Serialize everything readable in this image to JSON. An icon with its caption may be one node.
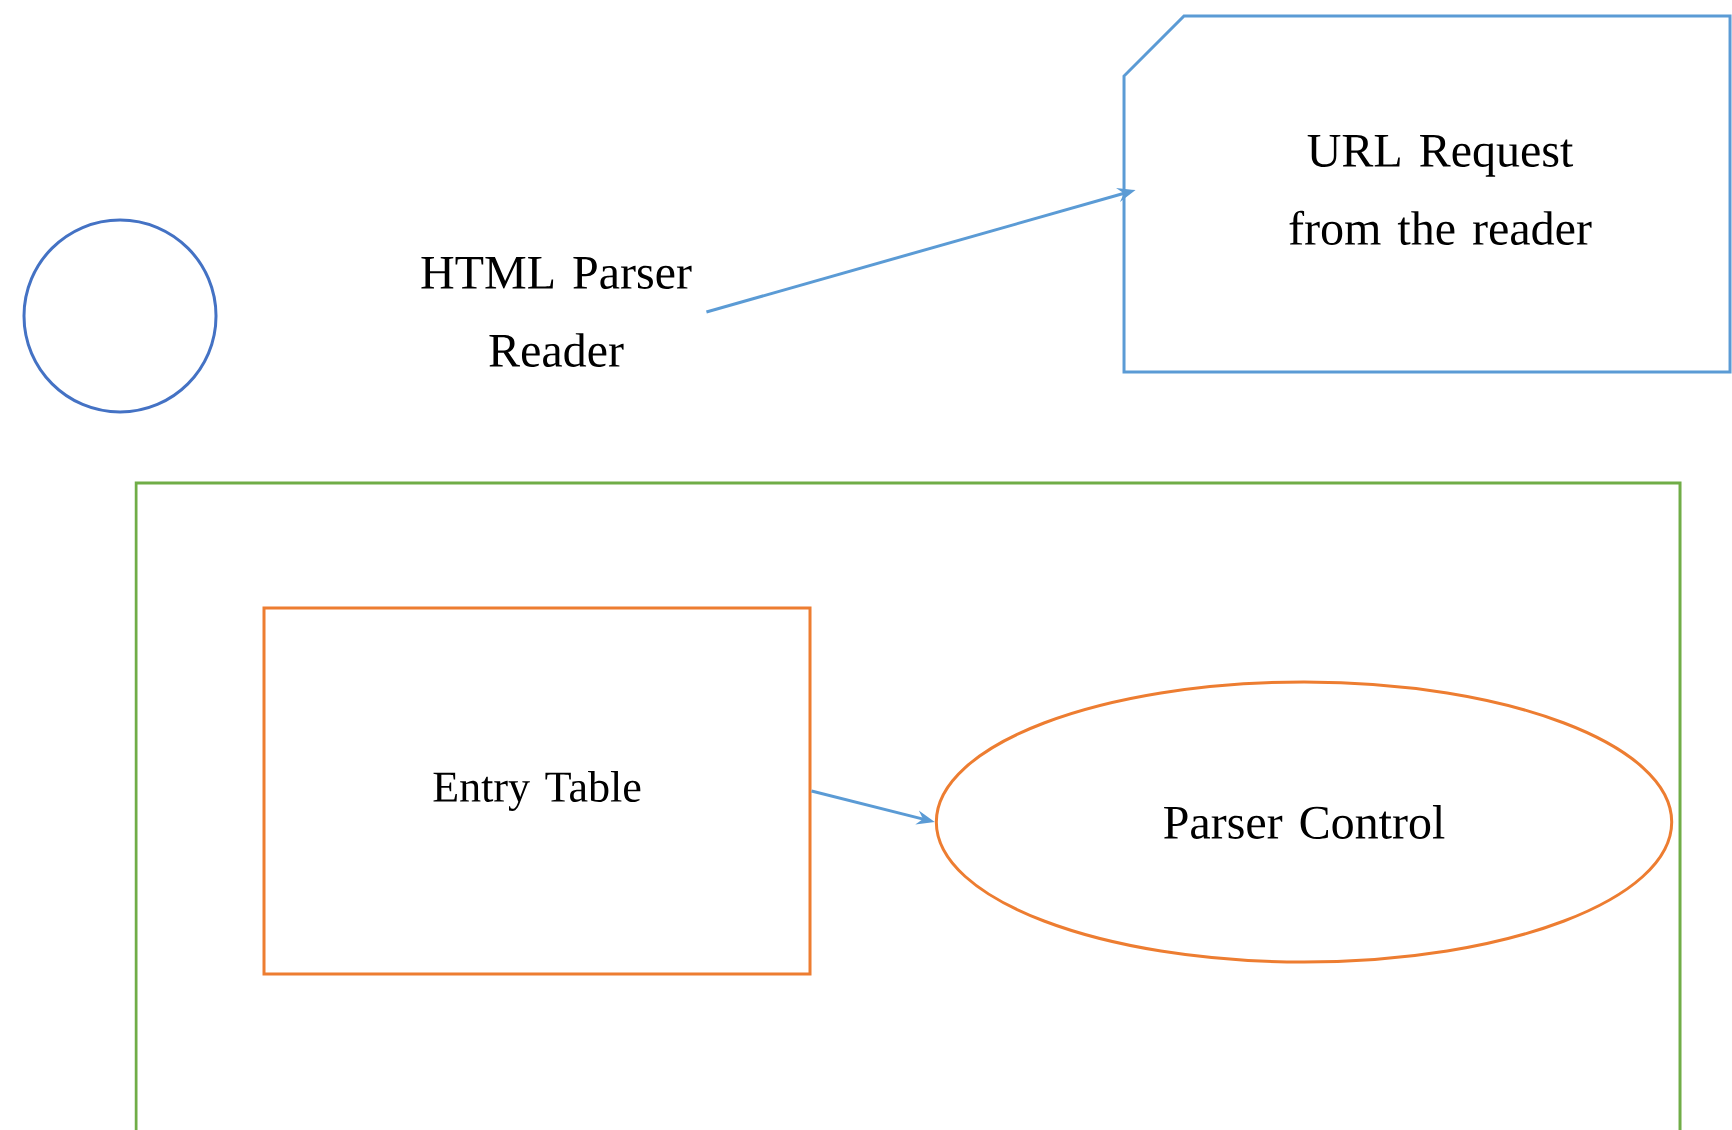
{
  "diagram": {
    "nodes": [
      {
        "text": [],
        "shape": "circle"
      },
      {
        "text": [
          "HTML Parser Reader"
        ]
      },
      {
        "text": [
          "URL Request from the reader"
        ]
      },
      {
        "text": [],
        "shape": "box"
      },
      {
        "text": [
          "Entry Table"
        ],
        "in": 3
      },
      {
        "text": [
          "Parser Control"
        ],
        "in": 3
      }
    ],
    "edges": [
      {
        "from": 1,
        "to": 2,
        "arrow": "to"
      },
      {
        "from": 4,
        "to": 5,
        "arrow": "to"
      }
    ]
  }
}
